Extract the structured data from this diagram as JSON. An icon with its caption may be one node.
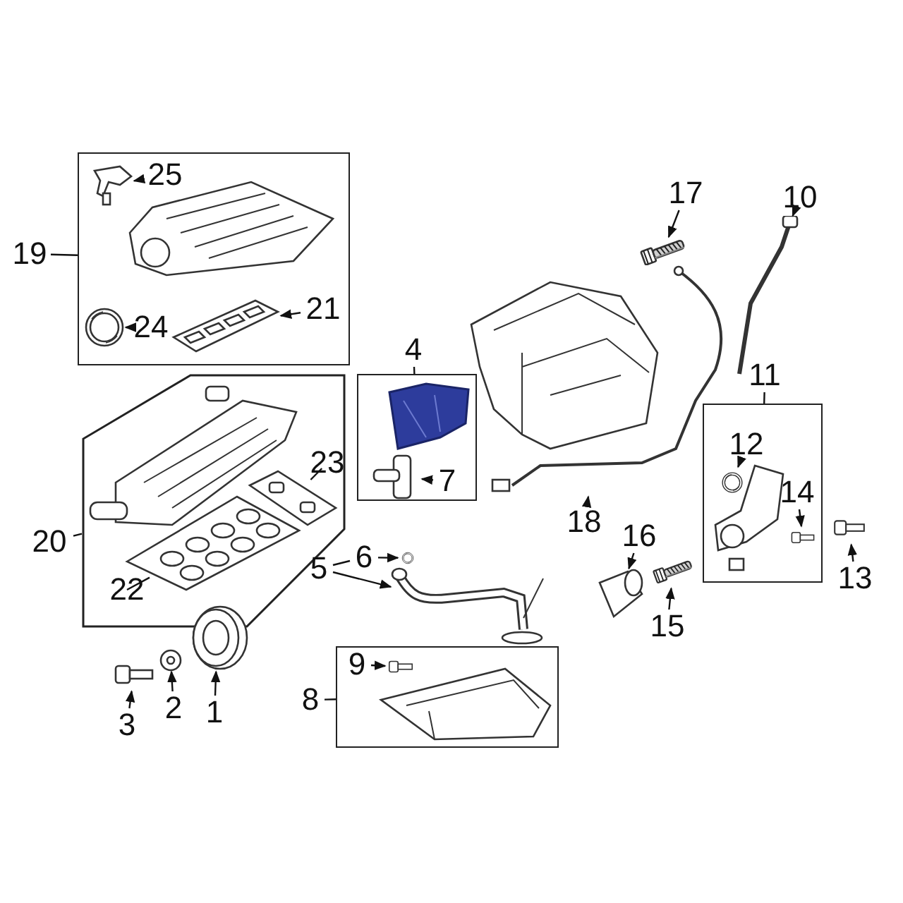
{
  "diagram": {
    "nodes": [
      {
        "text": [],
        "shape": "box"
      },
      {
        "text": [
          "19"
        ]
      },
      {
        "text": [
          "25"
        ],
        "in": 0
      },
      {
        "text": [],
        "shape": "picture",
        "in": 0
      },
      {
        "text": [
          "24"
        ],
        "in": 0
      },
      {
        "text": [],
        "shape": "picture",
        "in": 0
      },
      {
        "text": [
          "21"
        ],
        "in": 0
      },
      {
        "text": [],
        "shape": "picture",
        "in": 0
      },
      {
        "text": [],
        "shape": "box"
      },
      {
        "text": [
          "20"
        ]
      },
      {
        "text": [
          "23"
        ],
        "in": 8
      },
      {
        "text": [],
        "shape": "picture",
        "in": 8
      },
      {
        "text": [
          "22"
        ],
        "in": 8
      },
      {
        "text": [],
        "shape": "picture",
        "in": 8
      },
      {
        "text": [],
        "shape": "box"
      },
      {
        "text": [
          "4"
        ]
      },
      {
        "text": [
          "7"
        ],
        "in": 14
      },
      {
        "text": [],
        "shape": "picture",
        "in": 14
      },
      {
        "text": [
          "5"
        ]
      },
      {
        "text": [
          "6"
        ]
      },
      {
        "text": [],
        "shape": "picture"
      },
      {
        "text": [],
        "shape": "picture"
      },
      {
        "text": [
          "3"
        ]
      },
      {
        "text": [],
        "shape": "picture"
      },
      {
        "text": [
          "2"
        ]
      },
      {
        "text": [],
        "shape": "picture"
      },
      {
        "text": [
          "1"
        ]
      },
      {
        "text": [],
        "shape": "picture"
      },
      {
        "text": [],
        "shape": "box"
      },
      {
        "text": [
          "8"
        ]
      },
      {
        "text": [
          "9"
        ],
        "in": 28
      },
      {
        "text": [],
        "shape": "picture",
        "in": 28
      },
      {
        "text": [
          "17"
        ]
      },
      {
        "text": [],
        "shape": "picture"
      },
      {
        "text": [
          "10"
        ]
      },
      {
        "text": [],
        "shape": "picture"
      },
      {
        "text": [
          "18"
        ]
      },
      {
        "text": [],
        "shape": "picture"
      },
      {
        "text": [],
        "shape": "box"
      },
      {
        "text": [
          "11"
        ]
      },
      {
        "text": [
          "12"
        ],
        "in": 38
      },
      {
        "text": [],
        "shape": "picture",
        "in": 38
      },
      {
        "text": [
          "14"
        ],
        "in": 38
      },
      {
        "text": [],
        "shape": "picture",
        "in": 38
      },
      {
        "text": [
          "16"
        ]
      },
      {
        "text": [],
        "shape": "picture"
      },
      {
        "text": [
          "15"
        ]
      },
      {
        "text": [],
        "shape": "picture"
      },
      {
        "text": [
          "13"
        ]
      },
      {
        "text": [],
        "shape": "picture"
      }
    ],
    "edges": [
      {
        "from": 1,
        "to": 0,
        "arrow": "none"
      },
      {
        "from": 2,
        "to": 3,
        "arrow": "to"
      },
      {
        "from": 4,
        "to": 5,
        "arrow": "to"
      },
      {
        "from": 6,
        "to": 7,
        "arrow": "to"
      },
      {
        "from": 9,
        "to": 8,
        "arrow": "none"
      },
      {
        "from": 10,
        "to": 11,
        "arrow": "none"
      },
      {
        "from": 12,
        "to": 13,
        "arrow": "none"
      },
      {
        "from": 15,
        "to": 14,
        "arrow": "none"
      },
      {
        "from": 16,
        "to": 17,
        "arrow": "to"
      },
      {
        "from": 18,
        "to": 19,
        "arrow": "none"
      },
      {
        "from": 19,
        "to": 20,
        "arrow": "to"
      },
      {
        "from": 18,
        "to": 21,
        "arrow": "to"
      },
      {
        "from": 22,
        "to": 23,
        "arrow": "to"
      },
      {
        "from": 24,
        "to": 25,
        "arrow": "to"
      },
      {
        "from": 26,
        "to": 27,
        "arrow": "to"
      },
      {
        "from": 29,
        "to": 28,
        "arrow": "none"
      },
      {
        "from": 30,
        "to": 31,
        "arrow": "to"
      },
      {
        "from": 32,
        "to": 33,
        "arrow": "to"
      },
      {
        "from": 34,
        "to": 35,
        "arrow": "to"
      },
      {
        "from": 36,
        "to": 37,
        "arrow": "to"
      },
      {
        "from": 39,
        "to": 38,
        "arrow": "none"
      },
      {
        "from": 40,
        "to": 41,
        "arrow": "to"
      },
      {
        "from": 42,
        "to": 43,
        "arrow": "to"
      },
      {
        "from": 44,
        "to": 45,
        "arrow": "to"
      },
      {
        "from": 46,
        "to": 47,
        "arrow": "to"
      },
      {
        "from": 48,
        "to": 49,
        "arrow": "to"
      }
    ]
  }
}
